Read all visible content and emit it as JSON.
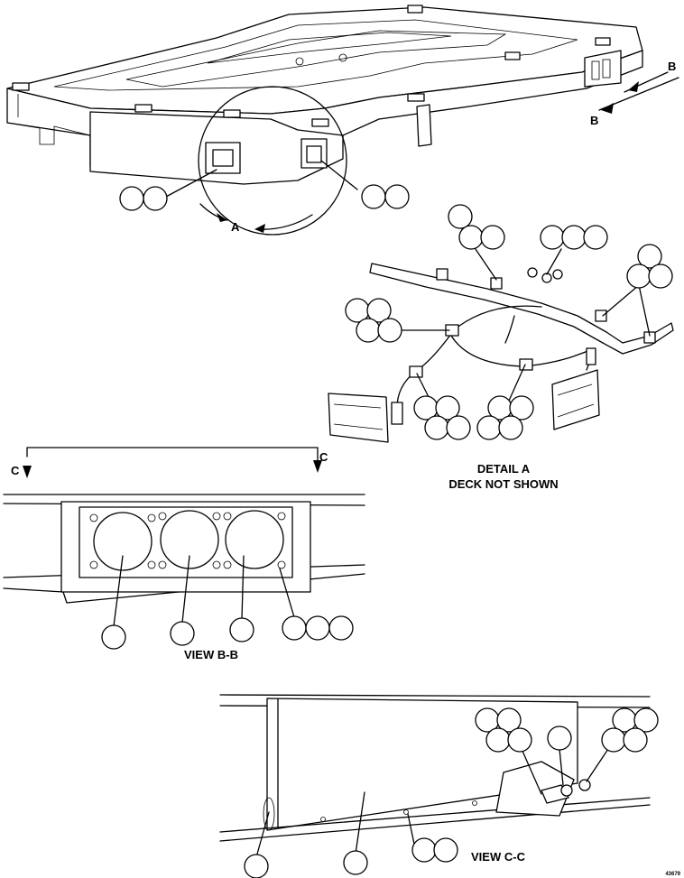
{
  "labels": {
    "section_a": "A",
    "section_b_top": "B",
    "section_b_bottom": "B",
    "section_c_left": "C",
    "section_c_right": "C",
    "detail_a_line1": "DETAIL A",
    "detail_a_line2": "DECK NOT SHOWN",
    "view_bb": "VIEW B-B",
    "view_cc": "VIEW C-C",
    "figure_number": "43679"
  }
}
